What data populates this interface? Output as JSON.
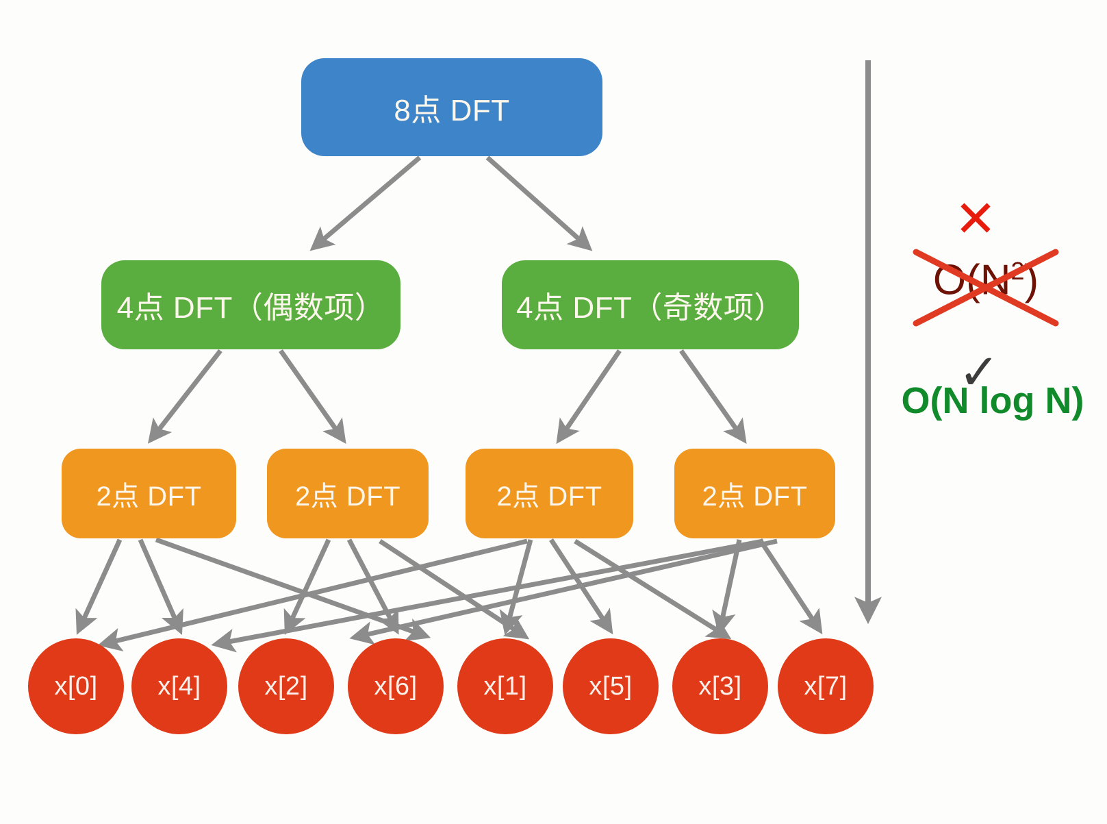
{
  "diagram": {
    "title_text": "8点 DFT",
    "background_color": "#fdfdfb",
    "levels": {
      "root": {
        "label": "8点 DFT",
        "color": "#3d85c8"
      },
      "split4": {
        "color": "#5aad3f",
        "nodes": [
          {
            "label": "4点 DFT（偶数项）"
          },
          {
            "label": "4点 DFT（奇数项）"
          }
        ]
      },
      "split2": {
        "color": "#f0971f",
        "nodes": [
          {
            "label": "2点 DFT"
          },
          {
            "label": "2点 DFT"
          },
          {
            "label": "2点 DFT"
          },
          {
            "label": "2点 DFT"
          }
        ]
      },
      "leaves": {
        "color": "#e03a18",
        "nodes": [
          {
            "label": "x[0]"
          },
          {
            "label": "x[4]"
          },
          {
            "label": "x[2]"
          },
          {
            "label": "x[6]"
          },
          {
            "label": "x[1]"
          },
          {
            "label": "x[5]"
          },
          {
            "label": "x[3]"
          },
          {
            "label": "x[7]"
          }
        ]
      }
    },
    "arrow_color": "#8c8c8c"
  },
  "annotations": {
    "cross_mark": "✕",
    "bad_complexity_prefix": "O(N",
    "bad_complexity_exponent": "2",
    "bad_complexity_suffix": ")",
    "bad_color": "#6e1206",
    "cross_color": "#e81c0d",
    "check_mark": "✓",
    "check_color": "#3c3c3c",
    "good_complexity": "O(N log N)",
    "good_color": "#108a2a"
  }
}
